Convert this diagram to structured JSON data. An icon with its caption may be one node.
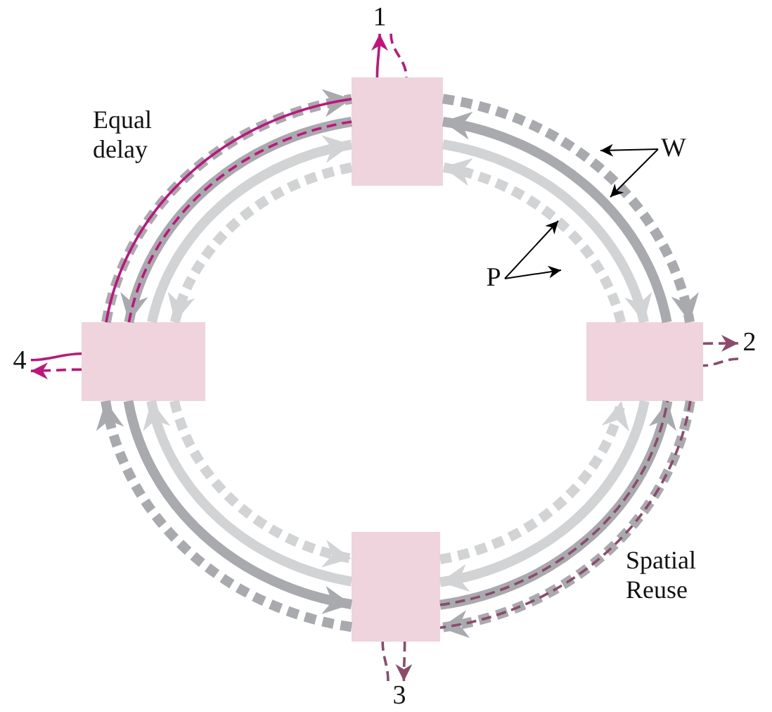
{
  "diagram": {
    "nodes": [
      {
        "text": [],
        "shape": "box"
      },
      {
        "text": [],
        "shape": "box"
      },
      {
        "text": [],
        "shape": "box"
      },
      {
        "text": [],
        "shape": "box"
      },
      {
        "text": [
          "1"
        ]
      },
      {
        "text": [
          "2"
        ]
      },
      {
        "text": [
          "3"
        ]
      },
      {
        "text": [
          "4"
        ]
      },
      {
        "text": [
          "W"
        ]
      },
      {
        "text": [
          "P"
        ]
      }
    ],
    "edges": [
      {
        "from": 0,
        "to": 1,
        "arrow": "to",
        "style": "dashed",
        "color": "#a9aaae"
      },
      {
        "from": 1,
        "to": 0,
        "arrow": "to",
        "style": "thick",
        "color": "#a9aaae"
      },
      {
        "from": 0,
        "to": 1,
        "arrow": "to",
        "style": "thick",
        "color": "#d2d3d5"
      },
      {
        "from": 1,
        "to": 0,
        "arrow": "to",
        "style": "dashed",
        "color": "#d2d3d5"
      },
      {
        "from": 1,
        "to": 2,
        "arrow": "to",
        "style": "dashed",
        "color": "#a9aaae"
      },
      {
        "from": 2,
        "to": 1,
        "arrow": "to",
        "style": "thick",
        "color": "#a9aaae"
      },
      {
        "from": 1,
        "to": 2,
        "arrow": "to",
        "style": "thick",
        "color": "#d2d3d5"
      },
      {
        "from": 2,
        "to": 1,
        "arrow": "to",
        "style": "dashed",
        "color": "#d2d3d5"
      },
      {
        "from": 2,
        "to": 3,
        "arrow": "to",
        "style": "dashed",
        "color": "#a9aaae"
      },
      {
        "from": 3,
        "to": 2,
        "arrow": "to",
        "style": "thick",
        "color": "#a9aaae"
      },
      {
        "from": 2,
        "to": 3,
        "arrow": "to",
        "style": "thick",
        "color": "#d2d3d5"
      },
      {
        "from": 3,
        "to": 2,
        "arrow": "to",
        "style": "dashed",
        "color": "#d2d3d5"
      },
      {
        "from": 3,
        "to": 0,
        "arrow": "to",
        "style": "dashed",
        "color": "#a9aaae"
      },
      {
        "from": 0,
        "to": 3,
        "arrow": "to",
        "style": "thick",
        "color": "#a9aaae"
      },
      {
        "from": 3,
        "to": 0,
        "arrow": "to",
        "style": "thick",
        "color": "#d2d3d5"
      },
      {
        "from": 0,
        "to": 3,
        "arrow": "to",
        "style": "dashed",
        "color": "#d2d3d5"
      },
      {
        "from": 7,
        "to": 3,
        "arrow": "none",
        "color": "#c2127e"
      },
      {
        "from": 3,
        "to": 0,
        "arrow": "none",
        "color": "#c2127e"
      },
      {
        "from": 0,
        "to": 4,
        "arrow": "to",
        "color": "#c2127e"
      },
      {
        "from": 4,
        "to": 0,
        "arrow": "none",
        "style": "dashed",
        "color": "#c2127e"
      },
      {
        "from": 0,
        "to": 3,
        "arrow": "none",
        "style": "dashed",
        "color": "#c2127e"
      },
      {
        "from": 3,
        "to": 7,
        "arrow": "to",
        "style": "dashed",
        "color": "#c2127e"
      },
      {
        "from": 6,
        "to": 2,
        "arrow": "none",
        "style": "dashed",
        "color": "#8c4a6c"
      },
      {
        "from": 2,
        "to": 1,
        "arrow": "none",
        "style": "dashed",
        "color": "#8c4a6c"
      },
      {
        "from": 1,
        "to": 5,
        "arrow": "to",
        "style": "dashed",
        "color": "#8c4a6c"
      },
      {
        "from": 5,
        "to": 1,
        "arrow": "none",
        "style": "dashed",
        "color": "#8c4a6c"
      },
      {
        "from": 1,
        "to": 2,
        "arrow": "none",
        "style": "dashed",
        "color": "#8c4a6c"
      },
      {
        "from": 2,
        "to": 6,
        "arrow": "to",
        "style": "dashed",
        "color": "#8c4a6c"
      },
      {
        "from": 8,
        "to": null,
        "arrow": "to",
        "color": "#000000"
      },
      {
        "from": 8,
        "to": null,
        "arrow": "to",
        "color": "#000000"
      },
      {
        "from": 9,
        "to": null,
        "arrow": "to",
        "color": "#000000"
      },
      {
        "from": 9,
        "to": null,
        "arrow": "to",
        "color": "#000000"
      }
    ],
    "labels": [
      "Equal delay",
      "Spatial Reuse"
    ]
  }
}
